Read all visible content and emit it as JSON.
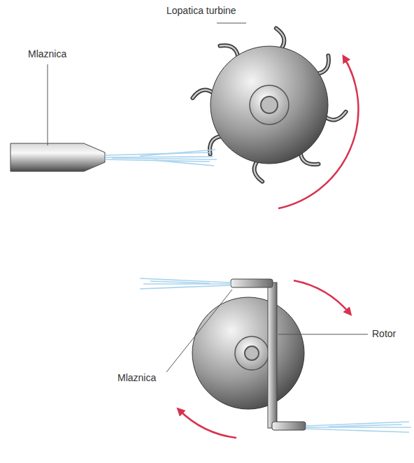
{
  "diagram": {
    "labels": [
      "Lopatica turbine",
      "Mlaznica",
      "Mlaznica",
      "Rotor"
    ]
  }
}
